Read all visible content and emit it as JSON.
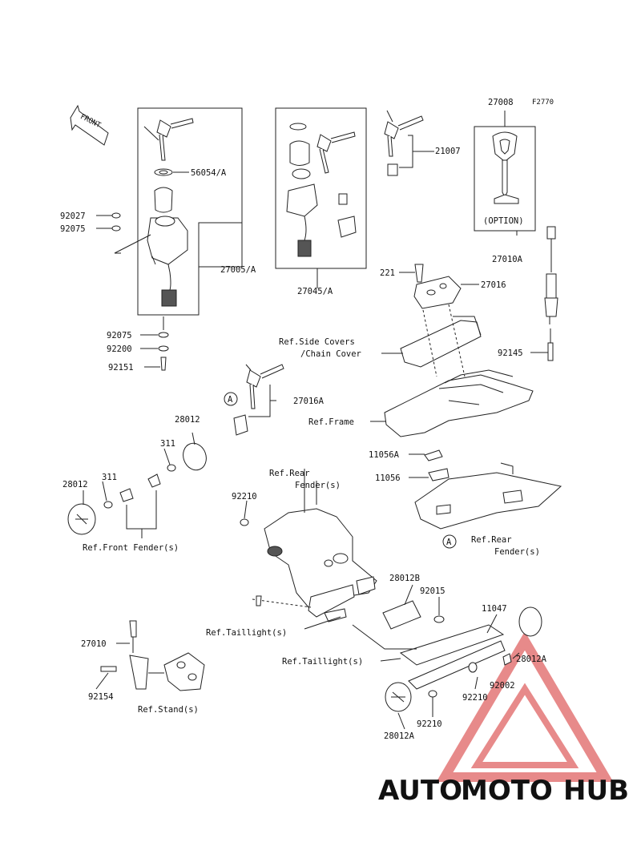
{
  "diagram_code": "F2770",
  "front_label": "FRONT",
  "option_label": "(OPTION)",
  "marker_a": "A",
  "labels": {
    "p27008": "27008",
    "p56054a": "56054/A",
    "p92027": "92027",
    "p92075_top": "92075",
    "p21007": "21007",
    "p27005a": "27005/A",
    "p27045a": "27045/A",
    "p27010a": "27010A",
    "p221": "221",
    "p27016": "27016",
    "p92075_b": "92075",
    "p92200": "92200",
    "p92151": "92151",
    "ref_side_covers_1": "Ref.Side Covers",
    "ref_side_covers_2": "/Chain Cover",
    "p92145": "92145",
    "p27016a": "27016A",
    "ref_frame": "Ref.Frame",
    "p28012_r": "28012",
    "p311_r": "311",
    "p28012_l": "28012",
    "p311_l": "311",
    "ref_front_fender": "Ref.Front Fender(s)",
    "ref_rear_fender_1": "Ref.Rear",
    "ref_rear_fender_2": "Fender(s)",
    "p92210_top": "92210",
    "p11056a": "11056A",
    "p11056": "11056",
    "ref_rear_fender_b1": "Ref.Rear",
    "ref_rear_fender_b2": "Fender(s)",
    "p28012b": "28012B",
    "p92015": "92015",
    "p11047": "11047",
    "ref_taillight_1": "Ref.Taillight(s)",
    "ref_taillight_2": "Ref.Taillight(s)",
    "p27010": "27010",
    "p92154": "92154",
    "ref_stand": "Ref.Stand(s)",
    "p28012a_r": "28012A",
    "p92002": "92002",
    "p92210_mid": "92210",
    "p92210_bot": "92210",
    "p28012a_b": "28012A"
  },
  "watermark": {
    "part1": "AUTO",
    "part2": "MOTO",
    "part3": "HUB",
    "colors": {
      "auto": "#f4b183",
      "moto": "#e8888a",
      "hub": "#8c8c8c",
      "triangle": "#e06464"
    }
  }
}
